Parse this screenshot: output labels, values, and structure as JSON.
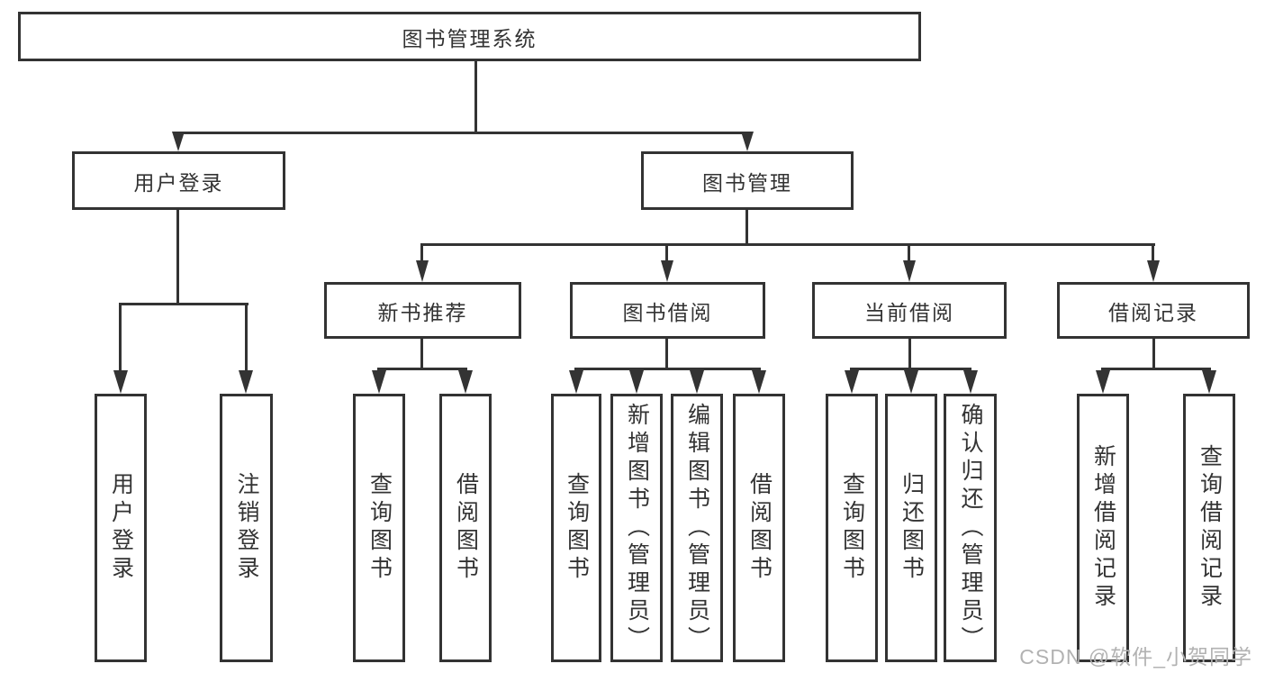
{
  "colors": {
    "line": "#333333",
    "text": "#333333",
    "watermark": "#b2b2b2",
    "background": "#ffffff"
  },
  "tree": {
    "root": {
      "label": "图书管理系统"
    },
    "branches": [
      {
        "label": "用户登录",
        "children": [
          {
            "label": "用户登录"
          },
          {
            "label": "注销登录"
          }
        ]
      },
      {
        "label": "图书管理",
        "children": [
          {
            "label": "新书推荐",
            "children": [
              {
                "label": "查询图书"
              },
              {
                "label": "借阅图书"
              }
            ]
          },
          {
            "label": "图书借阅",
            "children": [
              {
                "label": "查询图书"
              },
              {
                "label": "新增图书（管理员）"
              },
              {
                "label": "编辑图书（管理员）"
              },
              {
                "label": "借阅图书"
              }
            ]
          },
          {
            "label": "当前借阅",
            "children": [
              {
                "label": "查询图书"
              },
              {
                "label": "归还图书"
              },
              {
                "label": "确认归还（管理员）"
              }
            ]
          },
          {
            "label": "借阅记录",
            "children": [
              {
                "label": "新增借阅记录"
              },
              {
                "label": "查询借阅记录"
              }
            ]
          }
        ]
      }
    ]
  },
  "watermark": {
    "text": "CSDN @软件_小贺同学"
  }
}
